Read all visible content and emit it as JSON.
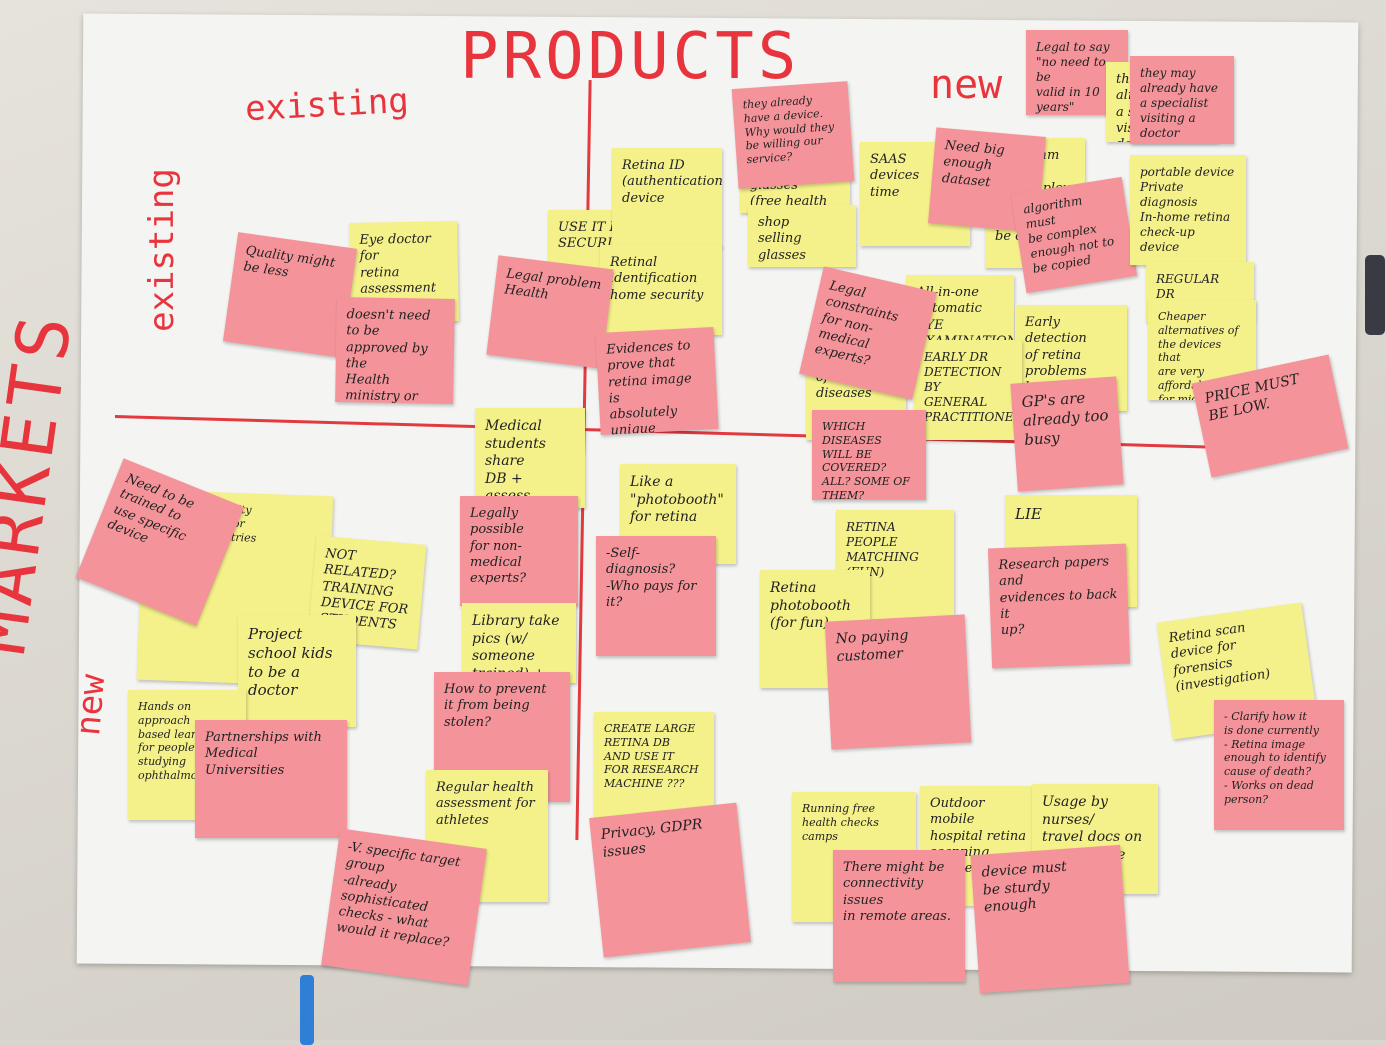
{
  "axes": {
    "products": "PRODUCTS",
    "markets": "MARKETS",
    "existing_top": "existing",
    "new_top": "new",
    "existing_side": "existing",
    "new_side": "new"
  },
  "notes": [
    {
      "text": "Eye doctor for\nretina\nassessment",
      "color": "yellow"
    },
    {
      "text": "Quality might\nbe less",
      "color": "pink"
    },
    {
      "text": "doesn't need to be\napproved by the\nHealth ministry or\nlocal authority?",
      "color": "pink"
    },
    {
      "text": "USE IT FOR\nSECURITY",
      "color": "yellow"
    },
    {
      "text": "Retina ID\n(authentication)\ndevice",
      "color": "yellow"
    },
    {
      "text": "Legal problem\nHealth",
      "color": "pink"
    },
    {
      "text": "Retinal\nidentification\nhome security",
      "color": "yellow"
    },
    {
      "text": "Evidences to\nprove that\nretina image is\nabsolutely unique\n(they might change as a\nperson ages)",
      "color": "pink"
    },
    {
      "text": "they already\nhave a device.\nWhy would they\nbe willing our\nservice?",
      "color": "pink"
    },
    {
      "text": "glasses\n(free health check)",
      "color": "yellow"
    },
    {
      "text": "shop\nselling glasses",
      "color": "yellow"
    },
    {
      "text": "SAAS\ndevices\ntime",
      "color": "yellow"
    },
    {
      "text": "Need big enough\ndataset",
      "color": "pink"
    },
    {
      "text": "algorithm must\nbe complex\nenough not to\nbe copied",
      "color": "pink"
    },
    {
      "text": "Legal to say\n\"no need to be\nvalid in 10 years\"",
      "color": "pink"
    },
    {
      "text": "they may\nalready have\na specialist\nvisiting a\ndoctor",
      "color": "pink"
    },
    {
      "text": "portable device\nPrivate diagnosis\nIn-home retina\ncheck-up device",
      "color": "yellow"
    },
    {
      "text": "REGULAR\nDR\nCHECK-UP BY",
      "color": "yellow"
    },
    {
      "text": "Cheaper alternatives of\nthe devices that\nare very affordable\nfor middle class",
      "color": "yellow"
    },
    {
      "text": "PRICE MUST\nBE LOW.",
      "color": "pink"
    },
    {
      "text": "All-in-one\nautomatic\nEYE EXAMINATION",
      "color": "yellow"
    },
    {
      "text": "Legal\nconstraints\nfor non-medical\nexperts?",
      "color": "pink"
    },
    {
      "text": "Early detection\nof retina problems\nby general\npractitioners",
      "color": "yellow"
    },
    {
      "text": "EARLY DR\nDETECTION BY\nGENERAL PRACTITIONERS",
      "color": "yellow"
    },
    {
      "text": "of\ndiseases",
      "color": "yellow"
    },
    {
      "text": "WHICH DISEASES\nWILL BE COVERED?\nALL? SOME OF\nTHEM?",
      "color": "pink"
    },
    {
      "text": "GP's are\nalready too\nbusy",
      "color": "pink"
    },
    {
      "text": "Medical\nstudents share\nDB +\nassess patients\nin community",
      "color": "yellow"
    },
    {
      "text": "School/University\neducation kit for\nyoung optometries",
      "color": "yellow"
    },
    {
      "text": "Need to be\ntrained to\nuse specific\ndevice",
      "color": "pink"
    },
    {
      "text": "NOT RELATED?\nTRAINING\nDEVICE FOR\nSTUDENTS",
      "color": "yellow"
    },
    {
      "text": "Legally possible\nfor non-medical\nexperts?",
      "color": "pink"
    },
    {
      "text": "Like a\n\"photobooth\"\nfor retina",
      "color": "yellow"
    },
    {
      "text": "-Self-diagnosis?\n-Who pays for it?",
      "color": "pink"
    },
    {
      "text": "Project\nschool kids\nto be a\ndoctor",
      "color": "yellow"
    },
    {
      "text": "Library take\npics (w/ someone\ntrained) + send",
      "color": "yellow"
    },
    {
      "text": "How to prevent\nit from being\nstolen?",
      "color": "pink"
    },
    {
      "text": "Hands on approach\nbased learning\nfor people studying\nophthalmology",
      "color": "yellow"
    },
    {
      "text": "Partnerships with\nMedical\nUniversities",
      "color": "pink"
    },
    {
      "text": "Regular health\nassessment for\nathletes",
      "color": "yellow"
    },
    {
      "text": "-V. specific target\ngroup\n-already sophisticated\nchecks - what\nwould it replace?",
      "color": "pink"
    },
    {
      "text": "CREATE LARGE\nRETINA DB\nAND USE IT\nFOR RESEARCH\nMACHINE ???",
      "color": "yellow"
    },
    {
      "text": "Privacy, GDPR\nissues",
      "color": "pink"
    },
    {
      "text": "RETINA\nPEOPLE\nMATCHING\n(FUN)",
      "color": "yellow"
    },
    {
      "text": "Retina\nphotobooth\n(for fun)",
      "color": "yellow"
    },
    {
      "text": "No paying\ncustomer",
      "color": "pink"
    },
    {
      "text": "LIE",
      "color": "yellow"
    },
    {
      "text": "Research papers\nand\nevidences to back it\nup?",
      "color": "pink"
    },
    {
      "text": "Retina scan\ndevice for\nforensics\n(investigation)",
      "color": "yellow"
    },
    {
      "text": "- Clarify how it\nis done currently\n- Retina image\nenough to identify\ncause of death?\n- Works on dead\nperson?",
      "color": "pink"
    },
    {
      "text": "Running free\nhealth checks\ncamps",
      "color": "yellow"
    },
    {
      "text": "Outdoor mobile\nhospital retina\nscanning device",
      "color": "yellow"
    },
    {
      "text": "Usage by nurses/\ntravel docs on\ncountryside",
      "color": "yellow"
    },
    {
      "text": "There might be\nconnectivity issues\nin remote areas.",
      "color": "pink"
    },
    {
      "text": "device must\nbe sturdy\nenough",
      "color": "pink"
    }
  ]
}
